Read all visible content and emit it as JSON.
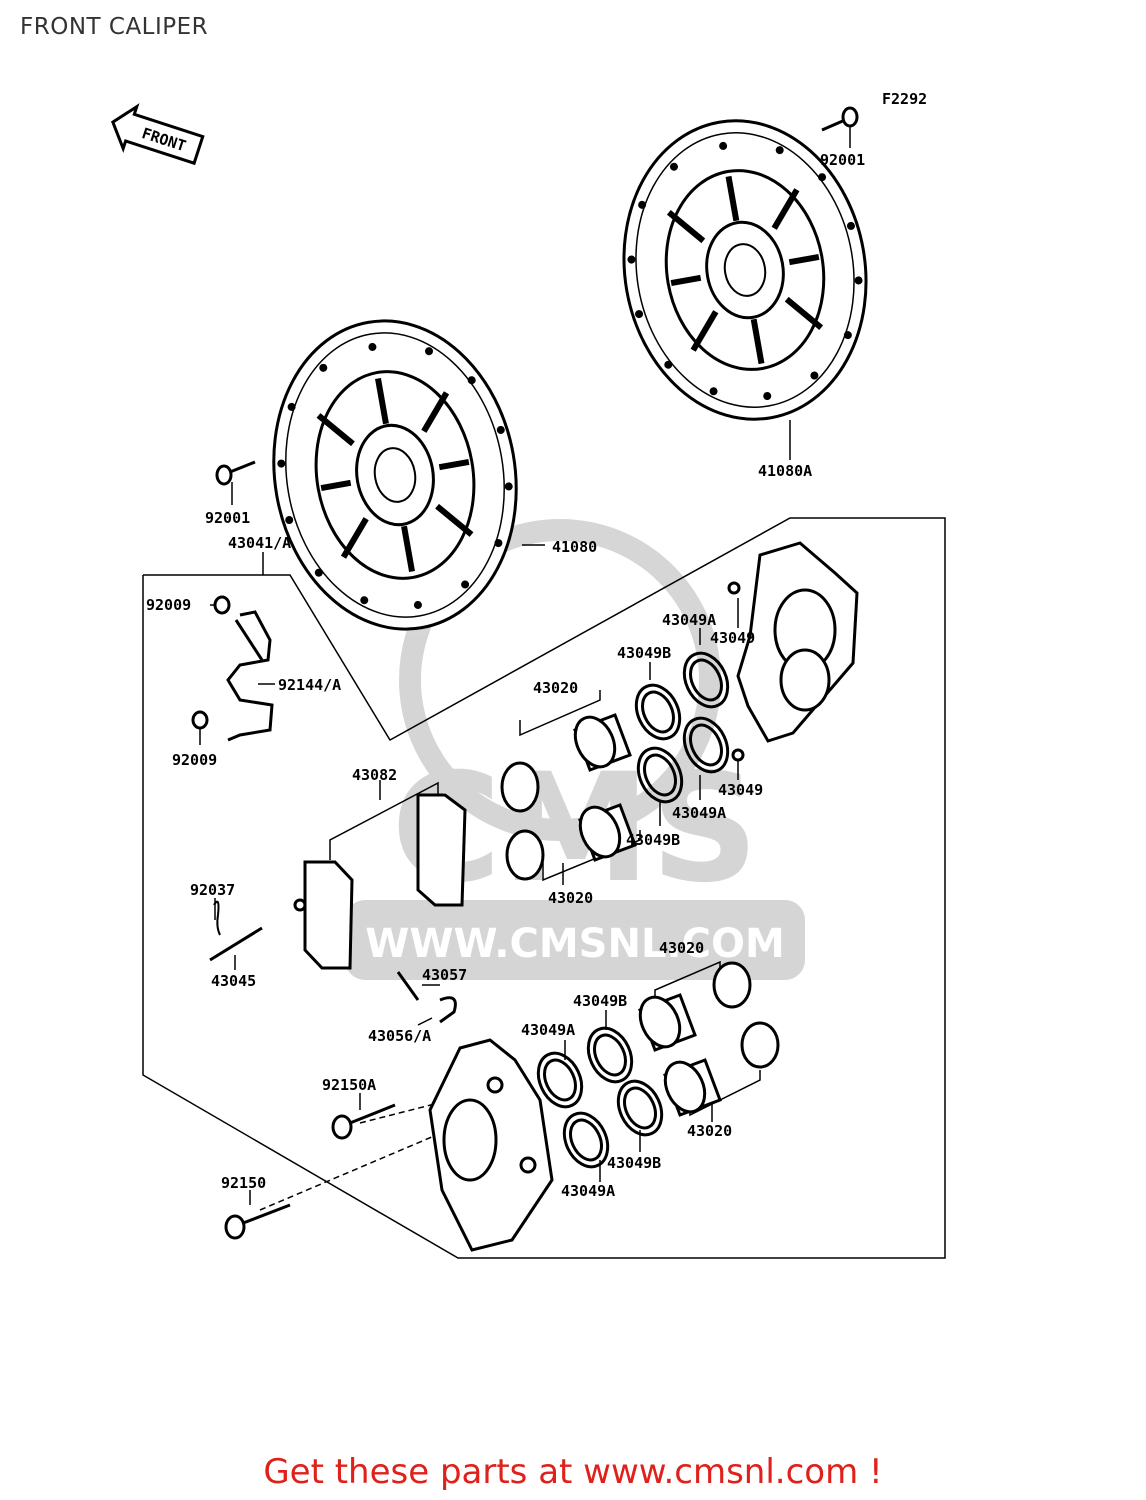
{
  "header": {
    "title": "FRONT CALIPER"
  },
  "diagram": {
    "code": "F2292",
    "front_marker": "FRONT",
    "watermark": {
      "url": "WWW.CMSNL.COM",
      "brand": "CMS"
    },
    "labels": {
      "p92001_top": "92001",
      "p41080A": "41080A",
      "p92001_left": "92001",
      "p43041": "43041/A",
      "p41080": "41080",
      "p92009_top": "92009",
      "p92144": "92144/A",
      "p92009_bottom": "92009",
      "p43049A_top": "43049A",
      "p43049_top": "43049",
      "p43049B_top": "43049B",
      "p43020_top": "43020",
      "p43049_mid": "43049",
      "p43049A_mid": "43049A",
      "p43049B_mid": "43049B",
      "p43020_mid": "43020",
      "p43082": "43082",
      "p92037": "92037",
      "p43045": "43045",
      "p43057": "43057",
      "p43056": "43056/A",
      "p43020_low": "43020",
      "p43049B_low": "43049B",
      "p43049A_low": "43049A",
      "p92150A": "92150A",
      "p43020_bottom": "43020",
      "p43049B_bottom": "43049B",
      "p92150": "92150",
      "p43049A_bottom": "43049A"
    }
  },
  "footer": {
    "promo": "Get these parts at www.cmsnl.com !"
  }
}
